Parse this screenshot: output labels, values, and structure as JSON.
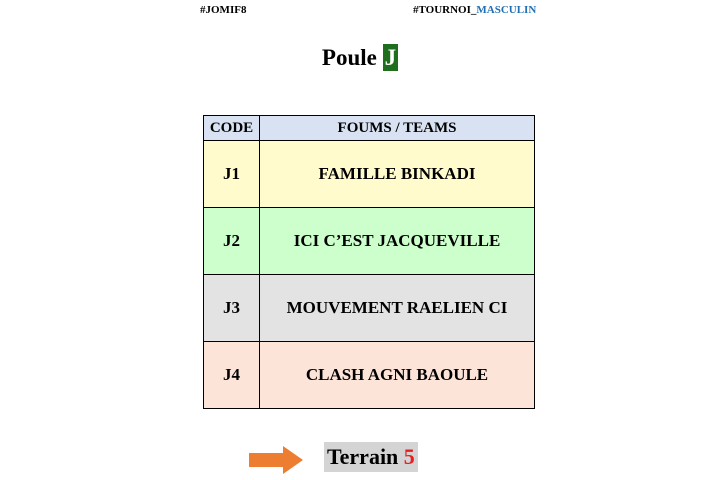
{
  "header": {
    "left_tag": "#JOMIF8",
    "right_tag_prefix": "#TOURNOI_",
    "right_tag_accent": "MASCULIN",
    "accent_color": "#1f6fb5"
  },
  "title": {
    "text": "Poule",
    "letter": "J",
    "letter_bg": "#1e6e1e"
  },
  "table": {
    "headers": [
      "CODE",
      "FOUMS / TEAMS"
    ],
    "header_bg": "#d9e2f3",
    "rows": [
      {
        "code": "J1",
        "team": "FAMILLE BINKADI",
        "color": "#fffbcc"
      },
      {
        "code": "J2",
        "team": "ICI C’EST JACQUEVILLE",
        "color": "#ccffcc"
      },
      {
        "code": "J3",
        "team": "MOUVEMENT RAELIEN CI",
        "color": "#e3e3e3"
      },
      {
        "code": "J4",
        "team": "CLASH AGNI BAOULE",
        "color": "#fde4d8"
      }
    ]
  },
  "footer": {
    "arrow_icon": "right-arrow-icon",
    "arrow_color": "#ed7d31",
    "terrain_label": "Terrain",
    "terrain_number": "5",
    "number_color": "#e52020"
  }
}
